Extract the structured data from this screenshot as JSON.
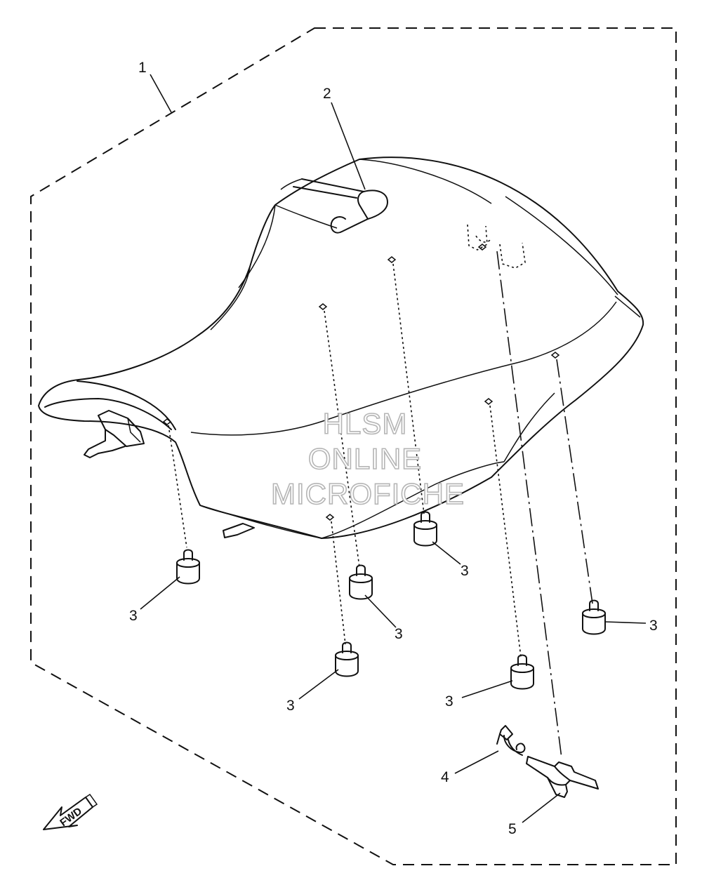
{
  "watermark": {
    "line1": "HLSM",
    "line2": "ONLINE",
    "line3": "MICROFICHE"
  },
  "fwd_label": "FWD",
  "callouts": [
    {
      "id": "c1",
      "label": "1"
    },
    {
      "id": "c2",
      "label": "2"
    },
    {
      "id": "c3a",
      "label": "3"
    },
    {
      "id": "c3b",
      "label": "3"
    },
    {
      "id": "c3c",
      "label": "3"
    },
    {
      "id": "c3d",
      "label": "3"
    },
    {
      "id": "c3e",
      "label": "3"
    },
    {
      "id": "c3f",
      "label": "3"
    },
    {
      "id": "c4",
      "label": "4"
    },
    {
      "id": "c5",
      "label": "5"
    }
  ]
}
